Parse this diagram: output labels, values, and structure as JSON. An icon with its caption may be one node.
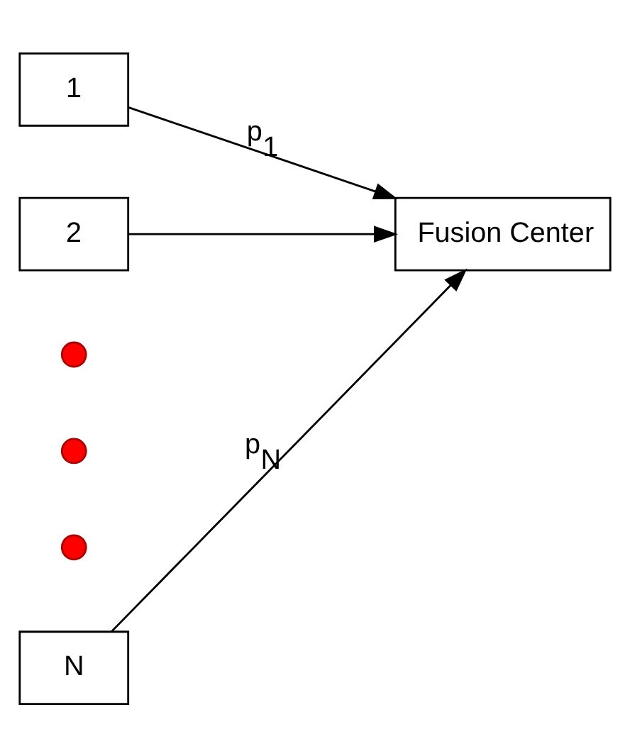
{
  "diagram": {
    "nodes": [
      {
        "text": [
          "1"
        ]
      },
      {
        "text": [
          "2"
        ]
      },
      {
        "text": [],
        "shape": "circle"
      },
      {
        "text": [],
        "shape": "circle"
      },
      {
        "text": [],
        "shape": "circle"
      },
      {
        "text": [
          "N"
        ]
      },
      {
        "text": [
          "Fusion Center"
        ]
      }
    ],
    "edges": [
      {
        "from": 0,
        "to": 6,
        "arrow": "to",
        "label": "p$_{1}$"
      },
      {
        "from": 1,
        "to": 6,
        "arrow": "to"
      },
      {
        "from": 5,
        "to": 6,
        "arrow": "to",
        "label": "p$_{N}$"
      }
    ]
  }
}
